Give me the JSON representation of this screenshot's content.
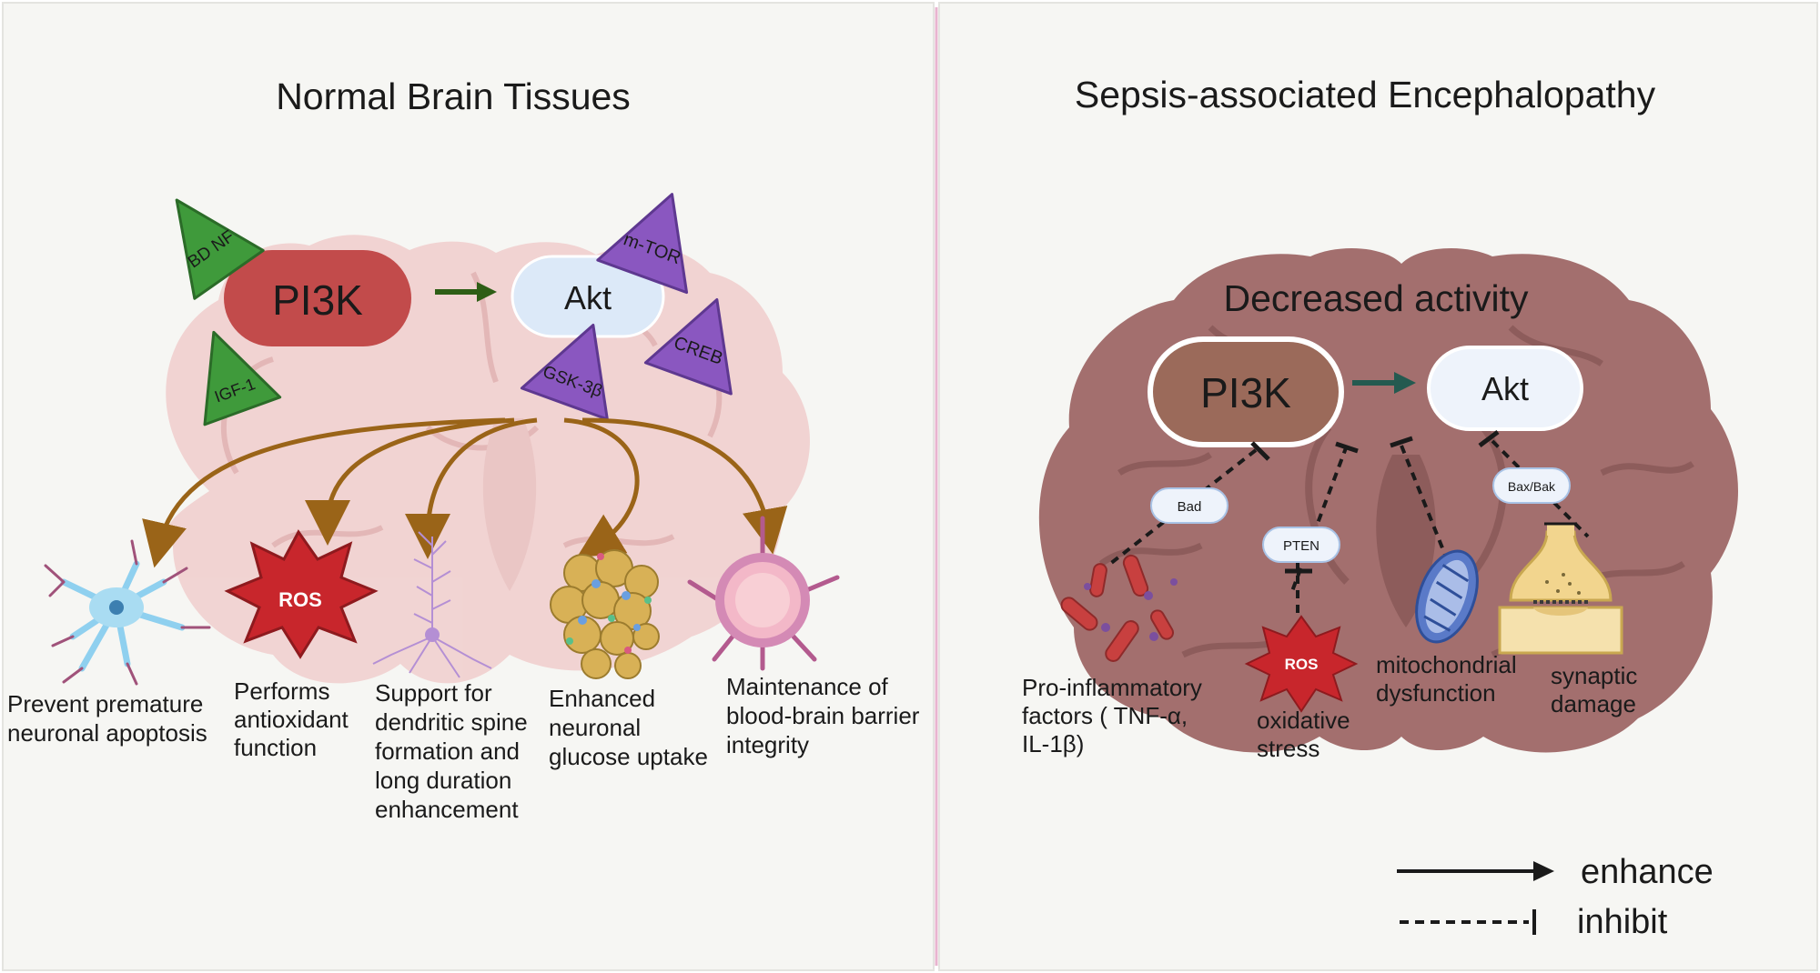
{
  "left_panel": {
    "title": "Normal Brain Tissues",
    "pi3k_label": "PI3K",
    "akt_label": "Akt",
    "upstream": [
      "BD NF",
      "IGF-1"
    ],
    "downstream": [
      "m-TOR",
      "CREB",
      "GSK-3β"
    ],
    "ros_label": "ROS",
    "outcomes": [
      "Prevent premature neuronal apoptosis",
      "Performs antioxidant function",
      "Support for dendritic spine formation and long duration enhancement",
      "Enhanced neuronal glucose uptake",
      "Maintenance of blood-brain barrier integrity"
    ]
  },
  "right_panel": {
    "title": "Sepsis-associated Encephalopathy",
    "status": "Decreased activity",
    "pi3k_label": "PI3K",
    "akt_label": "Akt",
    "bad_label": "Bad",
    "pten_label": "PTEN",
    "baxbak_label": "Bax/Bak",
    "ros_label": "ROS",
    "outcomes": [
      "Pro-inflammatory factors ( TNF-α, IL-1β)",
      "oxidative stress",
      "mitochondrial dysfunction",
      "synaptic damage"
    ]
  },
  "legend": {
    "enhance": "enhance",
    "inhibit": "inhibit"
  },
  "colors": {
    "pi3k_left": "#c24b4b",
    "pi3k_right": "#9b6a5a",
    "akt_box": "#dce9f8",
    "upstream_green": "#3f9a3b",
    "downstream_purple": "#8a57c0",
    "ros_red": "#c8262c",
    "arrow_brown": "#9a6418",
    "enhance_arrow_green": "#2e5e16",
    "enhance_arrow_teal": "#245a50",
    "divider_pink": "#e8b4cf"
  }
}
